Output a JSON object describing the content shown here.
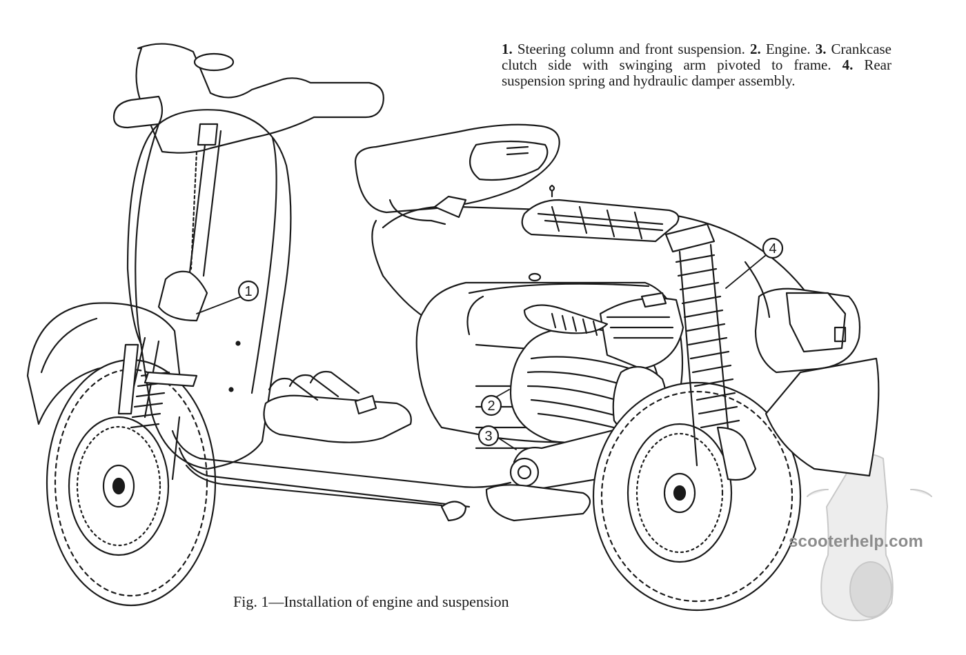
{
  "legend": {
    "items": [
      {
        "num": "1.",
        "text": " Steering column and front suspension. "
      },
      {
        "num": "2.",
        "text": " Engine. "
      },
      {
        "num": "3.",
        "text": " Crankcase clutch side with swinging arm pivoted to frame. "
      },
      {
        "num": "4.",
        "text": " Rear suspension spring and hydraulic damper assembly."
      }
    ]
  },
  "caption": "Fig. 1—Installation of engine and suspension",
  "callouts": [
    "1",
    "2",
    "3",
    "4"
  ],
  "watermark": "scooterhelp.com"
}
